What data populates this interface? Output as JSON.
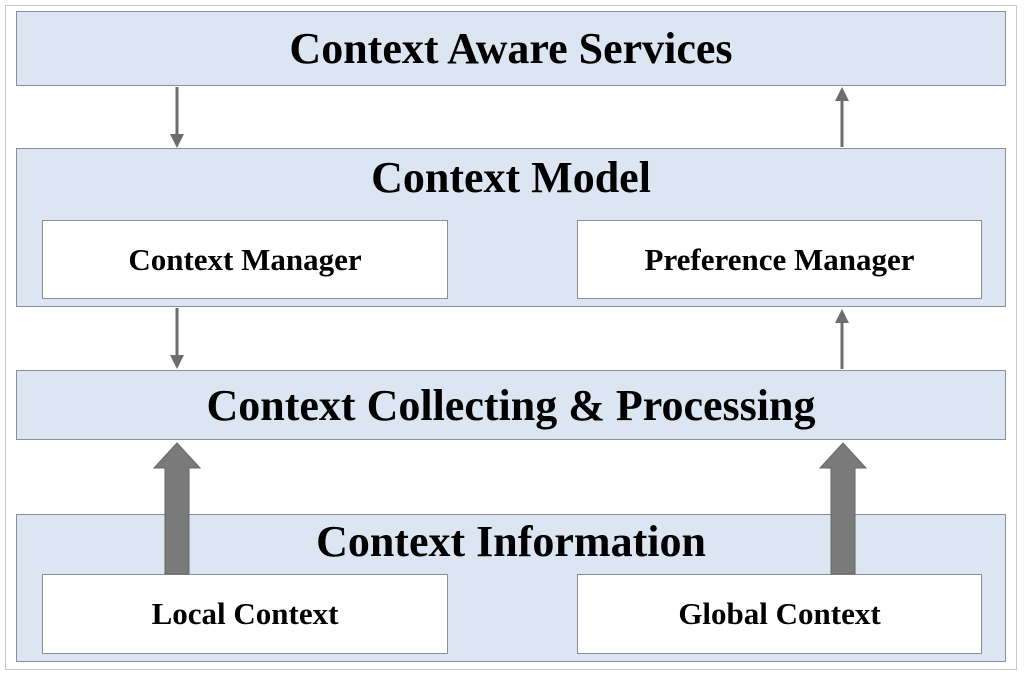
{
  "diagram": {
    "services": {
      "title": "Context Aware Services"
    },
    "model": {
      "title": "Context Model",
      "context_manager": "Context Manager",
      "preference_manager": "Preference Manager"
    },
    "collecting": {
      "title": "Context Collecting & Processing"
    },
    "information": {
      "title": "Context Information",
      "local_context": "Local Context",
      "global_context": "Global Context"
    }
  },
  "colors": {
    "layer_fill": "#dce6f2",
    "box_fill": "#ffffff",
    "border": "#8a8f96",
    "arrow": "#6d6d6d",
    "thick_arrow": "#7a7a7a"
  }
}
